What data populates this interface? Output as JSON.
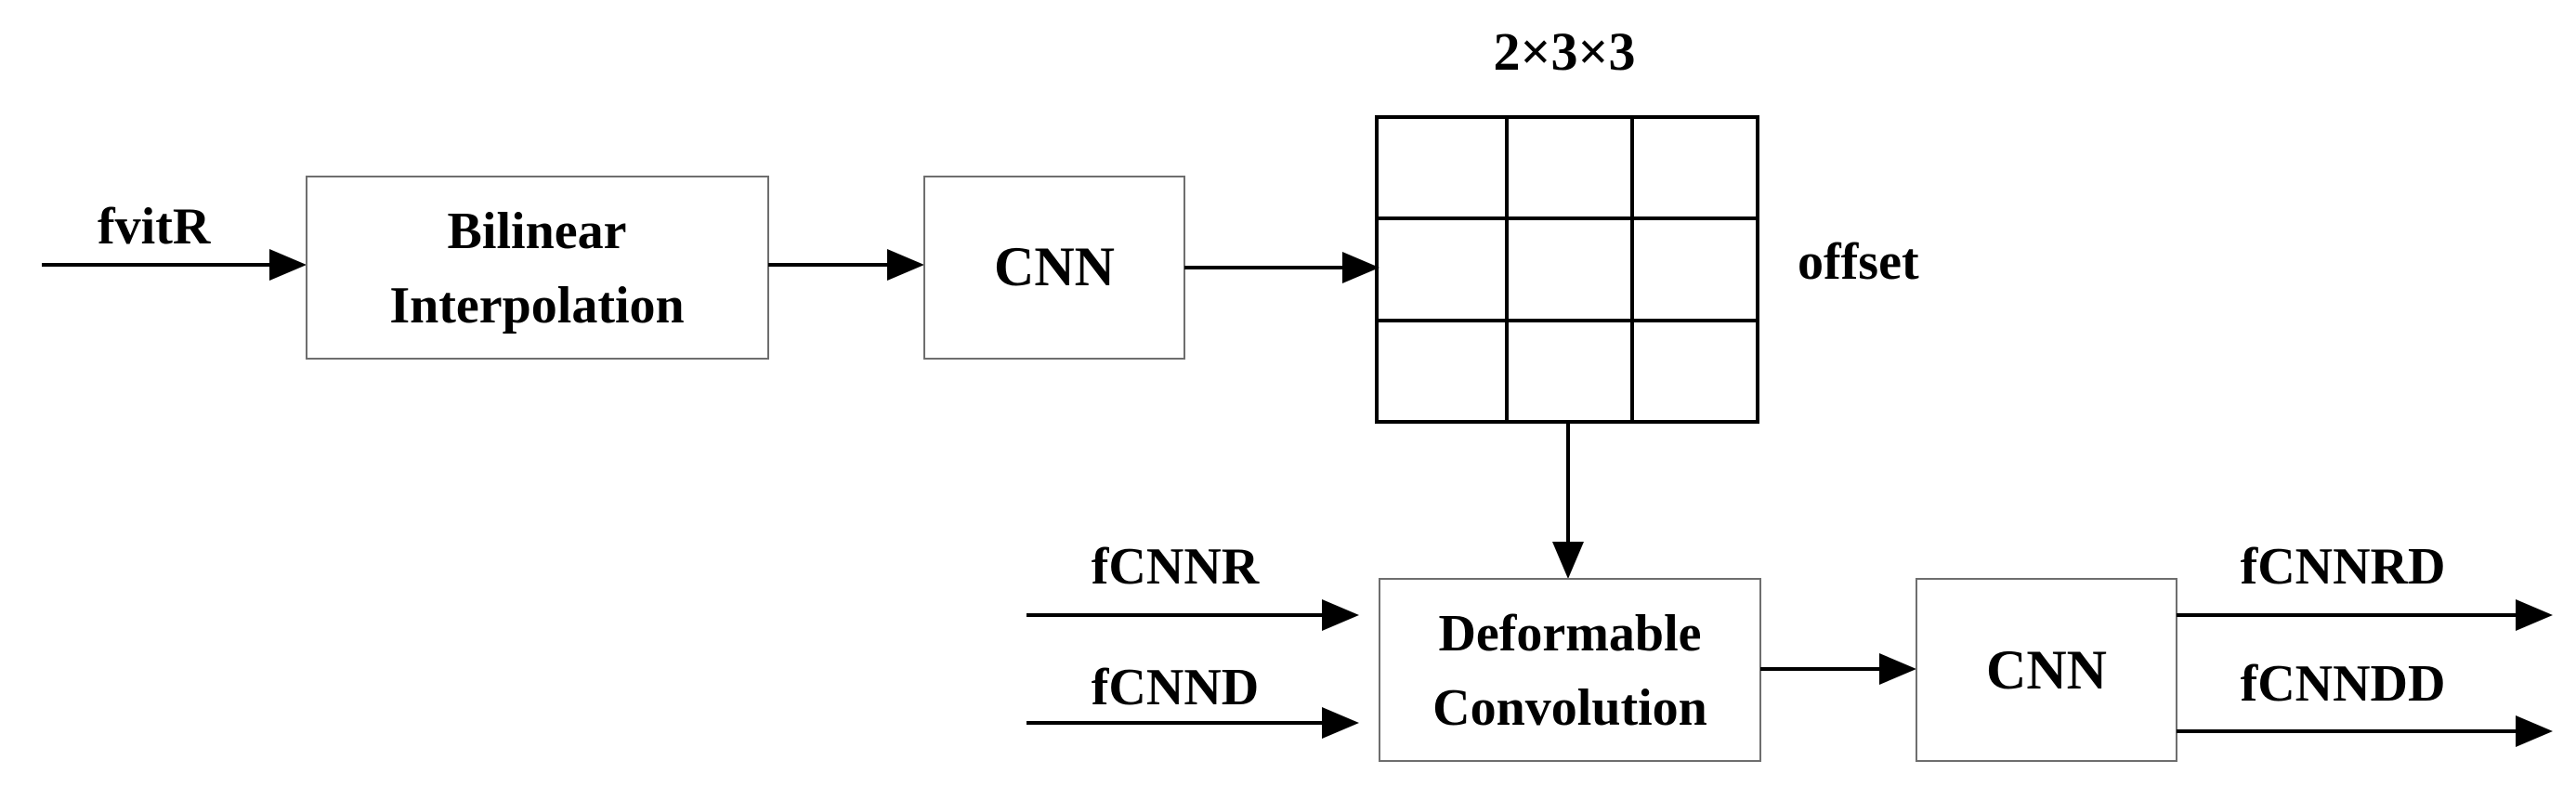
{
  "inputs": {
    "fvit": "fvitR",
    "fcnn_r": "fCNNR",
    "fcnn_d": "fCNND"
  },
  "blocks": {
    "bilinear_line1": "Bilinear",
    "bilinear_line2": "Interpolation",
    "cnn_top": "CNN",
    "deform_line1": "Deformable",
    "deform_line2": "Convolution",
    "cnn_bottom": "CNN"
  },
  "offset_grid": {
    "dimension_label": "2×3×3",
    "label": "offset",
    "rows": 3,
    "cols": 3
  },
  "outputs": {
    "fcnn_rd": "fCNNRD",
    "fcnn_dd": "fCNNDD"
  }
}
